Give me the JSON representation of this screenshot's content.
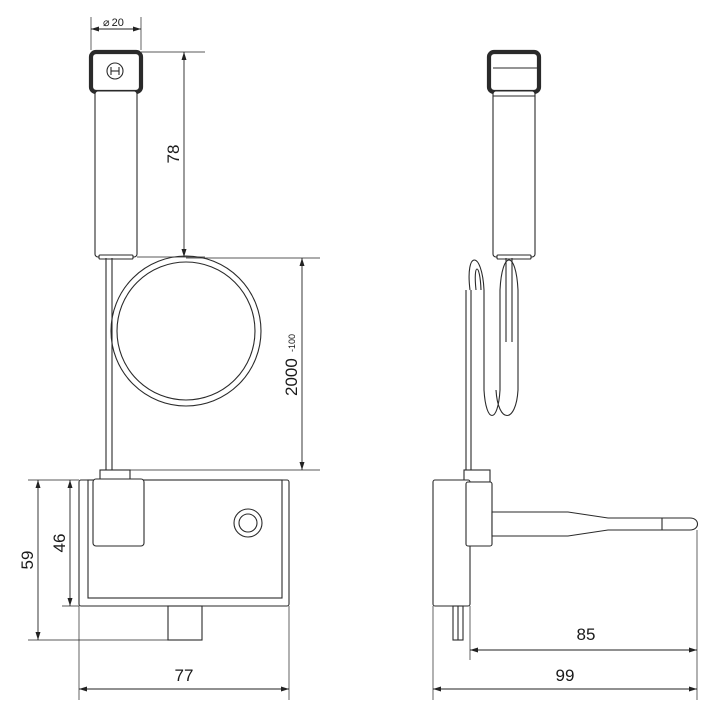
{
  "dimensions": {
    "diameter_symbol": "⌀",
    "diameter": "20",
    "bulb_length": "78",
    "capillary_length": "2000",
    "capillary_tolerance": "-100",
    "housing_height": "59",
    "housing_inner_height": "46",
    "housing_width": "77",
    "shaft_length": "85",
    "overall_depth": "99"
  },
  "colors": {
    "line": "#2a2a2a",
    "background": "#ffffff"
  }
}
